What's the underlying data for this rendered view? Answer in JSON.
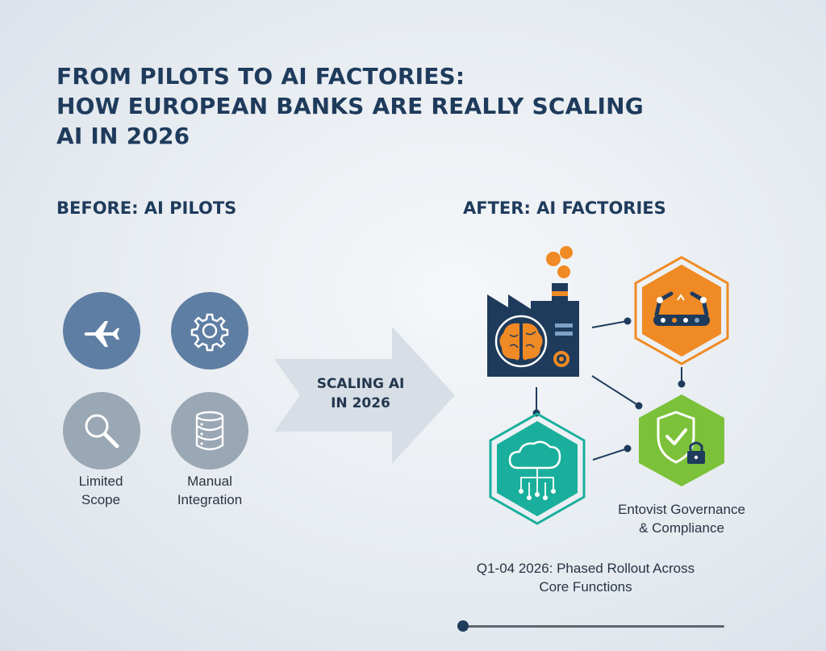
{
  "title": {
    "line1": "FROM PILOTS TO AI FACTORIES:",
    "line2": "HOW EUROPEAN BANKS ARE REALLY SCALING",
    "line3": "AI IN 2026"
  },
  "before": {
    "heading": "BEFORE: AI PILOTS",
    "icons": [
      "airplane-icon",
      "gear-icon",
      "magnifier-icon",
      "database-icon"
    ],
    "captions": {
      "limited_line1": "Limited",
      "limited_line2": "Scope",
      "manual_line1": "Manual",
      "manual_line2": "Integration"
    }
  },
  "arrow": {
    "line1": "SCALING AI",
    "line2": "IN 2026"
  },
  "after": {
    "heading": "AFTER: AI FACTORIES",
    "icons": [
      "factory-brain-icon",
      "robot-conveyor-icon",
      "cloud-network-icon",
      "shield-lock-icon"
    ],
    "governance_line1": "Entovist Governance",
    "governance_line2": "& Compliance",
    "rollout_line1": "Q1-04 2026: Phased Rollout Across",
    "rollout_line2": "Core Functions"
  },
  "colors": {
    "navy": "#1f3b5c",
    "orange": "#f08a24",
    "teal": "#1aaf9c",
    "green": "#7cc13a",
    "blue_circle": "#5f7ea3",
    "grey_circle": "#9aa7b4"
  }
}
